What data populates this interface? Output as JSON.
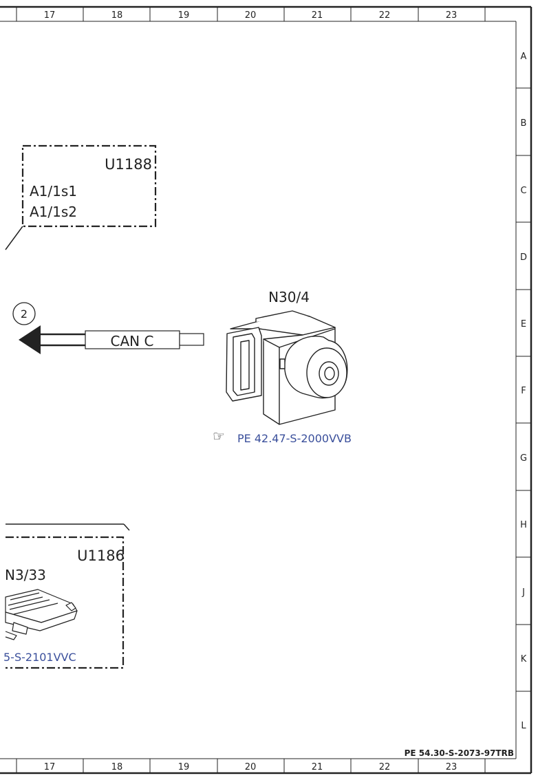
{
  "columns": [
    "17",
    "18",
    "19",
    "20",
    "21",
    "22",
    "23"
  ],
  "rows": [
    "A",
    "B",
    "C",
    "D",
    "E",
    "F",
    "G",
    "H",
    "J",
    "K",
    "L"
  ],
  "doc_id": "PE 54.30-S-2073-97TRB",
  "groups": {
    "u1188": {
      "label": "U1188",
      "items": [
        "A1/1s1",
        "A1/1s2"
      ]
    },
    "u1186": {
      "label": "U1186",
      "component": "N3/33",
      "ref": "5-S-2101VVC"
    }
  },
  "component": {
    "label": "N30/4",
    "ref": "PE 42.47-S-2000VVB"
  },
  "connector": {
    "label": "CAN C",
    "arrow_number": "2"
  },
  "colors": {
    "link": "#3a4f9b",
    "line": "#222222"
  },
  "icons": {
    "reference": "pointing-hand-icon"
  }
}
